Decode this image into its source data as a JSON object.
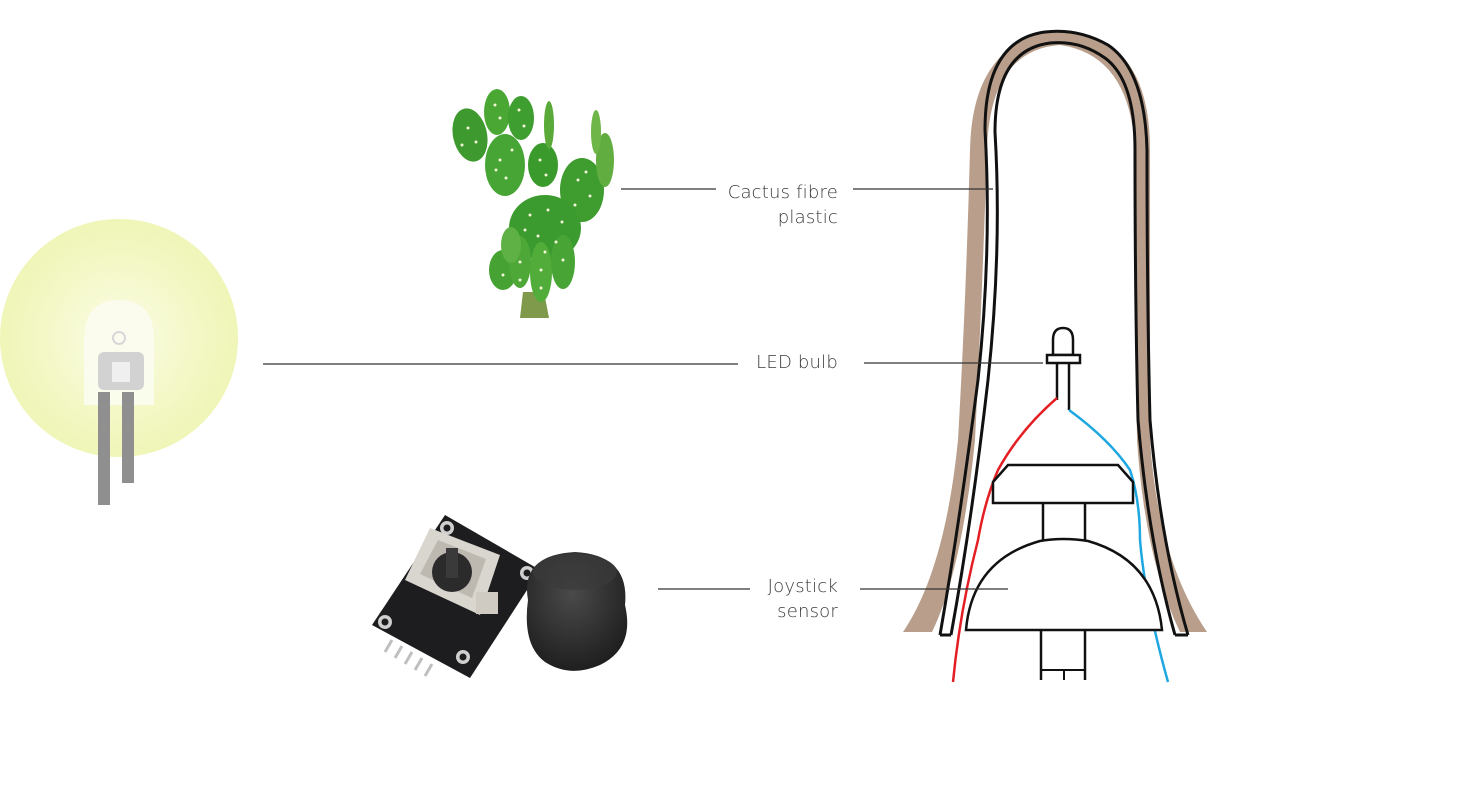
{
  "labels": {
    "cactus": {
      "line1": "Cactus fibre",
      "line2": "plastic"
    },
    "led": {
      "line1": "LED bulb"
    },
    "joystick": {
      "line1": "Joystick",
      "line2": "sensor"
    }
  },
  "colors": {
    "fibre_plastic": "#b99f8b",
    "outline": "#111111",
    "wire_red": "#e31e24",
    "wire_blue": "#1ea7e0",
    "led_glow": "#f4f7c2",
    "leader_line": "#333333"
  },
  "icons": [
    "cactus-image",
    "led-bulb-image",
    "joystick-module-image",
    "lamp-cross-section-diagram"
  ]
}
